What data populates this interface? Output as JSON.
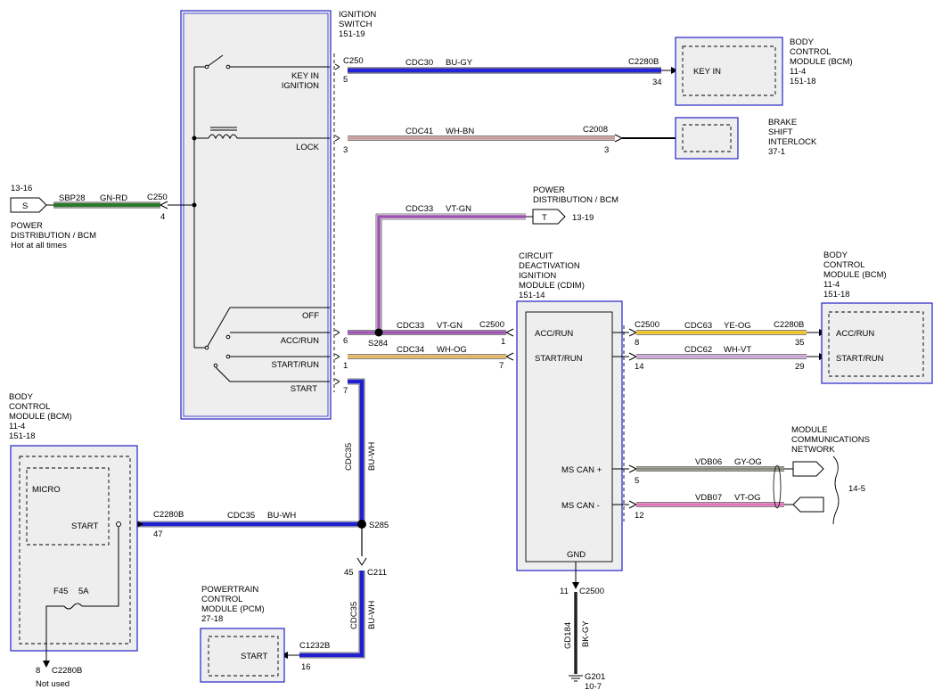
{
  "colors": {
    "BU-GY": "#2424d8",
    "WH-BN": "#c79a9a",
    "GN-RD": "#2a7a2a",
    "VT-GN": "#9b4fb0",
    "WH-OG": "#e5b25e",
    "BU-WH": "#2020d0",
    "YE-OG": "#f0c020",
    "WH-VT": "#c9a3d8",
    "GY-OG": "#8a8a7a",
    "VT-OG": "#e070b8",
    "BK-GY": "#222222",
    "module_border": "#2323c8",
    "module_fill": "#eeeeee"
  },
  "ignition_switch": {
    "title1": "IGNITION",
    "title2": "SWITCH",
    "ref": "151-19",
    "key_in1": "KEY IN",
    "key_in2": "IGNITION",
    "lock": "LOCK",
    "off": "OFF",
    "acc_run": "ACC/RUN",
    "start_run": "START/RUN",
    "start": "START"
  },
  "power_s": {
    "ref": "13-16",
    "pin": "S",
    "circuit": "SBP28",
    "color": "GN-RD",
    "connector": "C250",
    "pin_no": "4",
    "label1": "POWER",
    "label2": "DISTRIBUTION / BCM",
    "label3": "Hot at all times"
  },
  "key_in_circuit": {
    "connector": "C250",
    "pin": "5",
    "circuit": "CDC30",
    "color": "BU-GY",
    "far_connector": "C2280B",
    "far_pin": "34"
  },
  "bcm_top": {
    "t1": "BODY",
    "t2": "CONTROL",
    "t3": "MODULE (BCM)",
    "r1": "11-4",
    "r2": "151-18",
    "input": "KEY IN"
  },
  "lock_circuit": {
    "pin": "3",
    "circuit": "CDC41",
    "color": "WH-BN",
    "far_connector": "C2008",
    "far_pin": "3"
  },
  "brake_shift": {
    "t1": "BRAKE",
    "t2": "SHIFT",
    "t3": "INTERLOCK",
    "ref": "37-1"
  },
  "power_t": {
    "circuit": "CDC33",
    "color": "VT-GN",
    "pin": "T",
    "ref": "13-19",
    "label1": "POWER",
    "label2": "DISTRIBUTION / BCM"
  },
  "acc_circuit": {
    "pin": "6",
    "splice": "S284",
    "circuit": "CDC33",
    "color": "VT-GN",
    "connector": "C2500",
    "far_pin": "1"
  },
  "start_run_circuit": {
    "pin": "1",
    "circuit": "CDC34",
    "color": "WH-OG",
    "far_pin": "7"
  },
  "start_circuit": {
    "pin": "7"
  },
  "cdim": {
    "t1": "CIRCUIT",
    "t2": "DEACTIVATION",
    "t3": "IGNITION",
    "t4": "MODULE (CDIM)",
    "ref": "151-14",
    "acc_run": "ACC/RUN",
    "start_run": "START/RUN",
    "ms_can_plus": "MS CAN +",
    "ms_can_minus": "MS CAN -",
    "gnd": "GND"
  },
  "cdim_acc_out": {
    "connector": "C2500",
    "pin": "8",
    "circuit": "CDC63",
    "color": "YE-OG",
    "far_connector": "C2280B",
    "far_pin": "35"
  },
  "cdim_start_out": {
    "pin": "14",
    "circuit": "CDC62",
    "color": "WH-VT",
    "far_pin": "29"
  },
  "bcm_right": {
    "t1": "BODY",
    "t2": "CONTROL",
    "t3": "MODULE (BCM)",
    "r1": "11-4",
    "r2": "151-18",
    "acc_run": "ACC/RUN",
    "start_run": "START/RUN"
  },
  "can_plus": {
    "pin": "5",
    "circuit": "VDB06",
    "color": "GY-OG"
  },
  "can_minus": {
    "pin": "12",
    "circuit": "VDB07",
    "color": "VT-OG"
  },
  "network": {
    "t1": "MODULE",
    "t2": "COMMUNICATIONS",
    "t3": "NETWORK",
    "ref": "14-5"
  },
  "ground": {
    "pin": "11",
    "connector": "C2500",
    "circuit": "GD184",
    "color": "BK-GY",
    "point": "G201",
    "ref": "10-7"
  },
  "bcm_left": {
    "t1": "BODY",
    "t2": "CONTROL",
    "t3": "MODULE (BCM)",
    "r1": "11-4",
    "r2": "151-18",
    "micro": "MICRO",
    "start": "START",
    "fuse": "F45",
    "fuse_rating": "5A",
    "bottom_pin": "8",
    "bottom_connector": "C2280B",
    "not_used": "Not used"
  },
  "cdc35_bcm": {
    "connector": "C2280B",
    "pin": "47",
    "circuit": "CDC35",
    "color": "BU-WH",
    "splice": "S285"
  },
  "cdc35_vertical": {
    "circuit": "CDC35",
    "color": "BU-WH"
  },
  "c211": {
    "pin": "45",
    "connector": "C211"
  },
  "pcm": {
    "t1": "POWERTRAIN",
    "t2": "CONTROL",
    "t3": "MODULE (PCM)",
    "ref": "27-18",
    "start": "START",
    "connector": "C1232B",
    "pin": "16",
    "circuit": "CDC35",
    "color": "BU-WH"
  }
}
